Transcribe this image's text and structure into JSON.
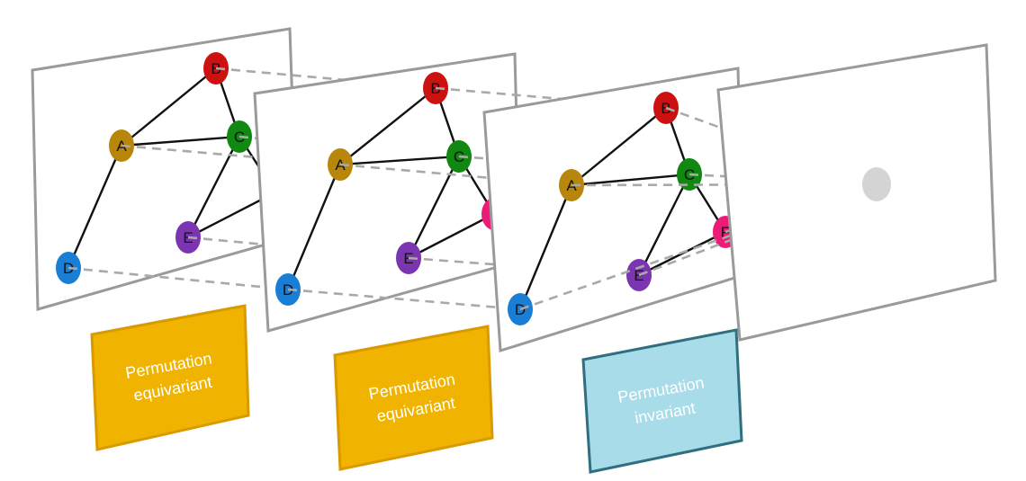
{
  "diagram": {
    "node_labels": [
      "A",
      "B",
      "C",
      "D",
      "E",
      "F"
    ],
    "edges": [
      [
        "A",
        "B"
      ],
      [
        "B",
        "C"
      ],
      [
        "A",
        "C"
      ],
      [
        "A",
        "D"
      ],
      [
        "C",
        "F"
      ],
      [
        "C",
        "E"
      ],
      [
        "E",
        "F"
      ]
    ],
    "node_colors": {
      "A": "#b8860b",
      "B": "#cc1111",
      "C": "#118811",
      "D": "#1a7fd4",
      "E": "#7b35b0",
      "F": "#ee1a78"
    },
    "pooled_node_color": "#d4d4d4",
    "boxes": [
      {
        "lines": [
          "Permutation",
          "equivariant"
        ],
        "fill": "#f0b400",
        "border": "#d99a00"
      },
      {
        "lines": [
          "Permutation",
          "equivariant"
        ],
        "fill": "#f0b400",
        "border": "#d99a00"
      },
      {
        "lines": [
          "Permutation",
          "invariant"
        ],
        "fill": "#a8dce8",
        "border": "#2f6f80"
      }
    ]
  }
}
